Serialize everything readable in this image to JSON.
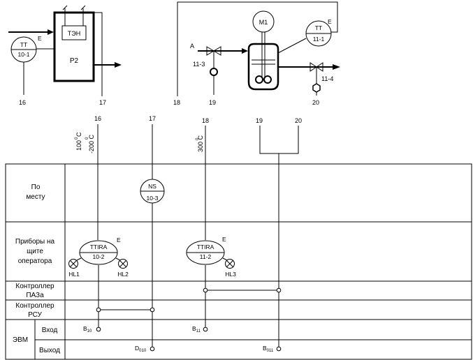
{
  "process": {
    "heater": {
      "tag": "ТЭН",
      "vessel": "Р2",
      "tt": {
        "tag": "TT",
        "num": "10-1",
        "mark": "E"
      }
    },
    "reactor": {
      "motor": "M1",
      "feed": "A",
      "valve_in": "11-3",
      "valve_out": "11-4",
      "tt": {
        "tag": "TT",
        "num": "11-1",
        "mark": "E"
      }
    },
    "line_numbers_top": [
      "16",
      "17",
      "18",
      "19",
      "20"
    ],
    "line_numbers_mid": [
      "16",
      "17",
      "18",
      "19",
      "20"
    ]
  },
  "ranges": {
    "r16_a": "100",
    "r16_b": "-200 C",
    "r16_deg": "0",
    "r18": "300 C",
    "r18_deg": "0"
  },
  "rows": {
    "local": "По\nместу",
    "panel": "Приборы на\nщите\nоператора",
    "paz": "Контроллер\nПАЗа",
    "rsu": "Контроллер\nРСУ",
    "evm": "ЭВМ",
    "in": "Вход",
    "out": "Выход"
  },
  "devices": {
    "ns": {
      "tag": "NS",
      "num": "10-3"
    },
    "ttira1": {
      "tag": "TTIRA",
      "num": "10-2",
      "mark": "E"
    },
    "ttira2": {
      "tag": "TTIRA",
      "num": "11-2",
      "mark": "E"
    },
    "lamps": [
      "HL1",
      "HL2",
      "HL3"
    ]
  },
  "signals": {
    "b10": {
      "base": "B",
      "sub": "10"
    },
    "d010": {
      "base": "D",
      "sub": "010"
    },
    "b11": {
      "base": "B",
      "sub": "11"
    },
    "b011": {
      "base": "B",
      "sub": "011"
    }
  }
}
